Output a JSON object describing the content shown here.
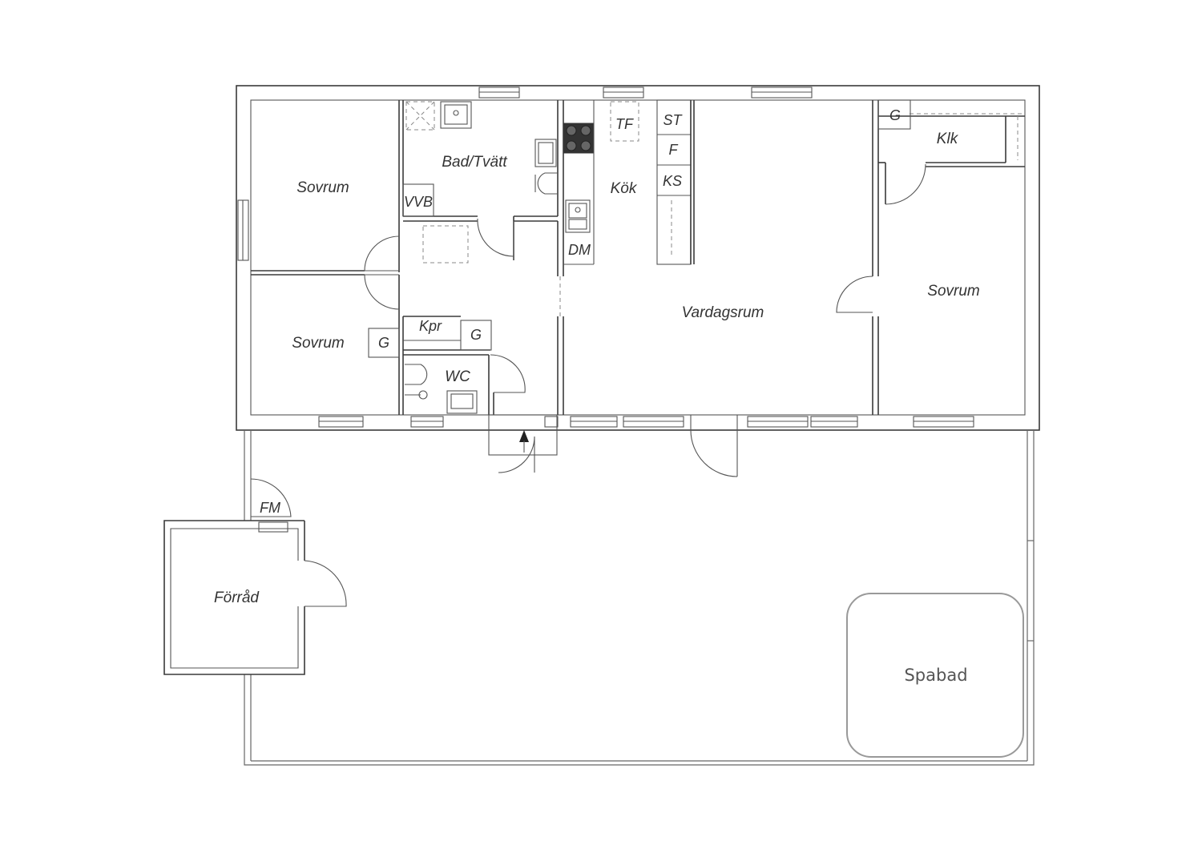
{
  "rooms": {
    "sovrum_1": "Sovrum",
    "sovrum_2": "Sovrum",
    "sovrum_3": "Sovrum",
    "bad_tvatt": "Bad/Tvätt",
    "vvb": "VVB",
    "kok": "Kök",
    "tf": "TF",
    "st": "ST",
    "f": "F",
    "ks": "KS",
    "dm": "DM",
    "klk": "Klk",
    "g_klk": "G",
    "vardagsrum": "Vardagsrum",
    "kpr": "Kpr",
    "g_kpr": "G",
    "g_sovrum": "G",
    "wc": "WC",
    "fm": "FM",
    "forrad": "Förråd",
    "spabad": "Spabad"
  }
}
